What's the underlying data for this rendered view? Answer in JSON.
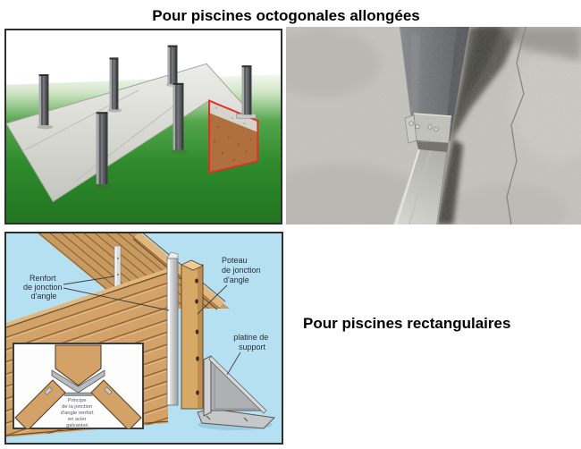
{
  "titles": {
    "top": "Pour piscines octogonales allongées",
    "bottom": "Pour piscines rectangulaires"
  },
  "diagram_labels": {
    "renfort": [
      "Renfort",
      "de jonction",
      "d'angle"
    ],
    "poteau": [
      "Poteau",
      "de jonction",
      "d'angle"
    ],
    "platine": [
      "platine de",
      "support"
    ],
    "principe": [
      "Principe",
      "de la jonction",
      "d'angle renfort",
      "en acier",
      "galvanisé."
    ]
  },
  "colors": {
    "diagram_bg": "#b5e0f2",
    "wood": "#d2a269",
    "metal_light": "#d9dadc",
    "grass_green": "#2e8b2c",
    "cutaway_frame": "#e23025",
    "concrete": "#c6c5c0"
  }
}
